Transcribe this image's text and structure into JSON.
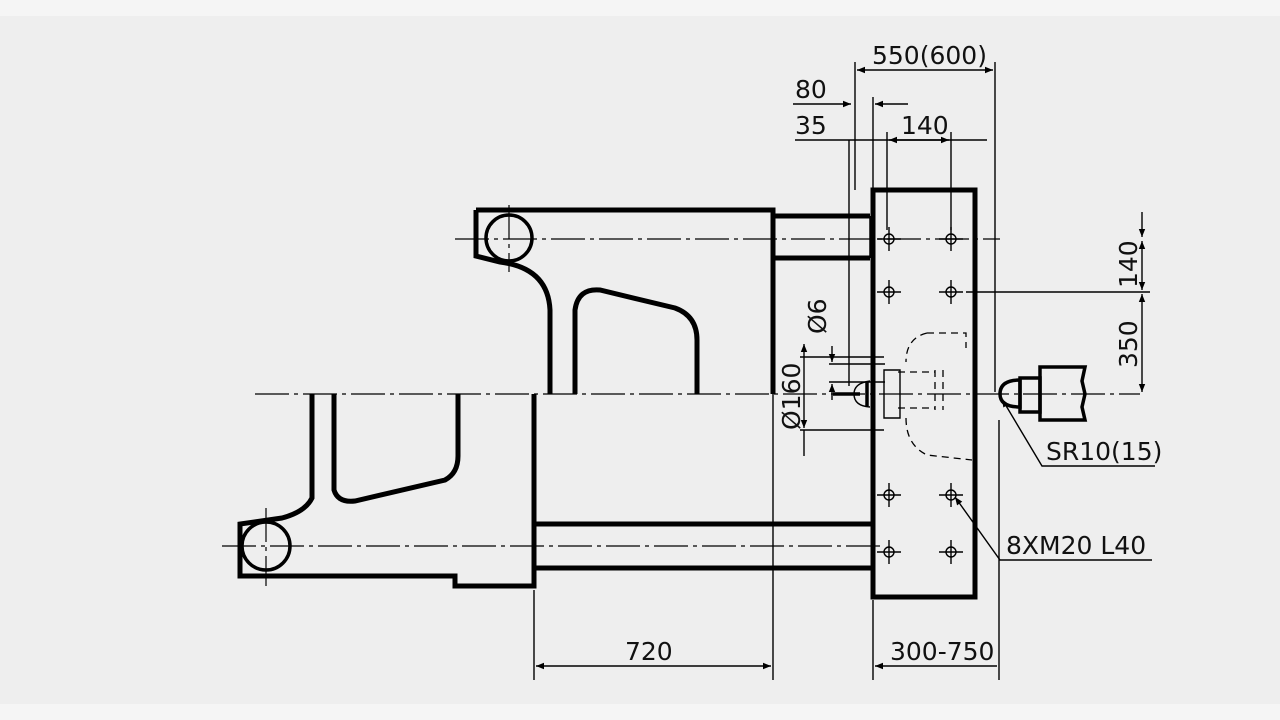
{
  "dimensions": {
    "stroke_550_600": "550(600)",
    "d80": "80",
    "d35": "35",
    "d140_top": "140",
    "d140_side": "140",
    "d350": "350",
    "dia6": "Ø6",
    "dia160": "Ø160",
    "sr10_15": "SR10(15)",
    "bolts": "8XM20 L40",
    "d720": "720",
    "d300_750": "300-750"
  },
  "colors": {
    "background": "#eeeeee",
    "line": "#000000"
  }
}
